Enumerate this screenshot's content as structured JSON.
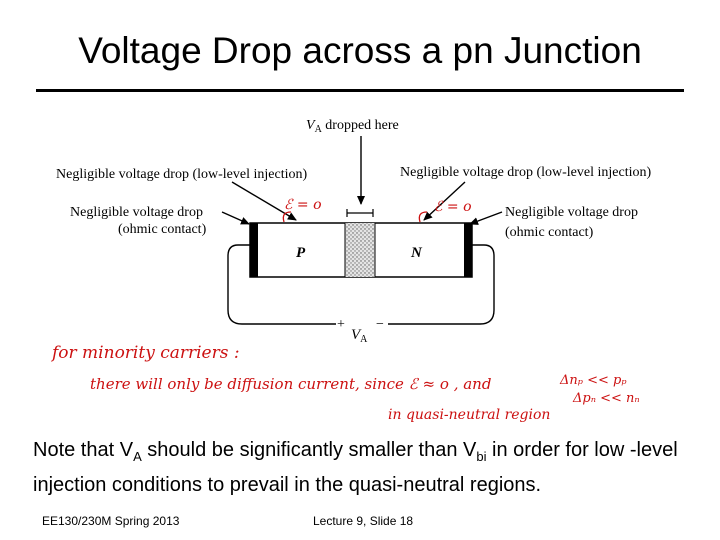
{
  "slide": {
    "title": "Voltage Drop across a pn Junction"
  },
  "diagram": {
    "va_dropped_label": "V_A dropped here",
    "va_symbol": "V",
    "va_subscript": "A",
    "va_dropped_suffix": " dropped here",
    "negligible_low_level_left": "Negligible voltage drop (low-level injection)",
    "negligible_low_level_right": "Negligible voltage drop (low-level injection)",
    "negligible_ohmic_left_line1": "Negligible voltage drop",
    "negligible_ohmic_left_line2": "(ohmic contact)",
    "negligible_ohmic_right_line1": "Negligible voltage drop",
    "negligible_ohmic_right_line2": "(ohmic contact)",
    "p_region_label": "P",
    "n_region_label": "N",
    "plus_sign": "+",
    "minus_sign": "−",
    "efield_left": "ℰ = o",
    "efield_right": "ℰ = o"
  },
  "handwritten": {
    "line1": "for minority carriers :",
    "line2": "there will only be diffusion current, since ℰ ≈ o , and",
    "line2_tail_top": "Δnₚ << pₚ",
    "line2_tail_bottom": "Δpₙ << nₙ",
    "line3": "in quasi-neutral region",
    "ink_color": "#cc1111"
  },
  "note": {
    "text_part1": "Note that V",
    "sub_A": "A",
    "text_part2": " should be significantly smaller than V",
    "sub_bi": "bi",
    "text_part3": " in order for low -level injection conditions to prevail in the quasi-neutral regions."
  },
  "footer": {
    "course": "EE130/230M Spring 2013",
    "lecture": "Lecture 9, Slide 18"
  }
}
